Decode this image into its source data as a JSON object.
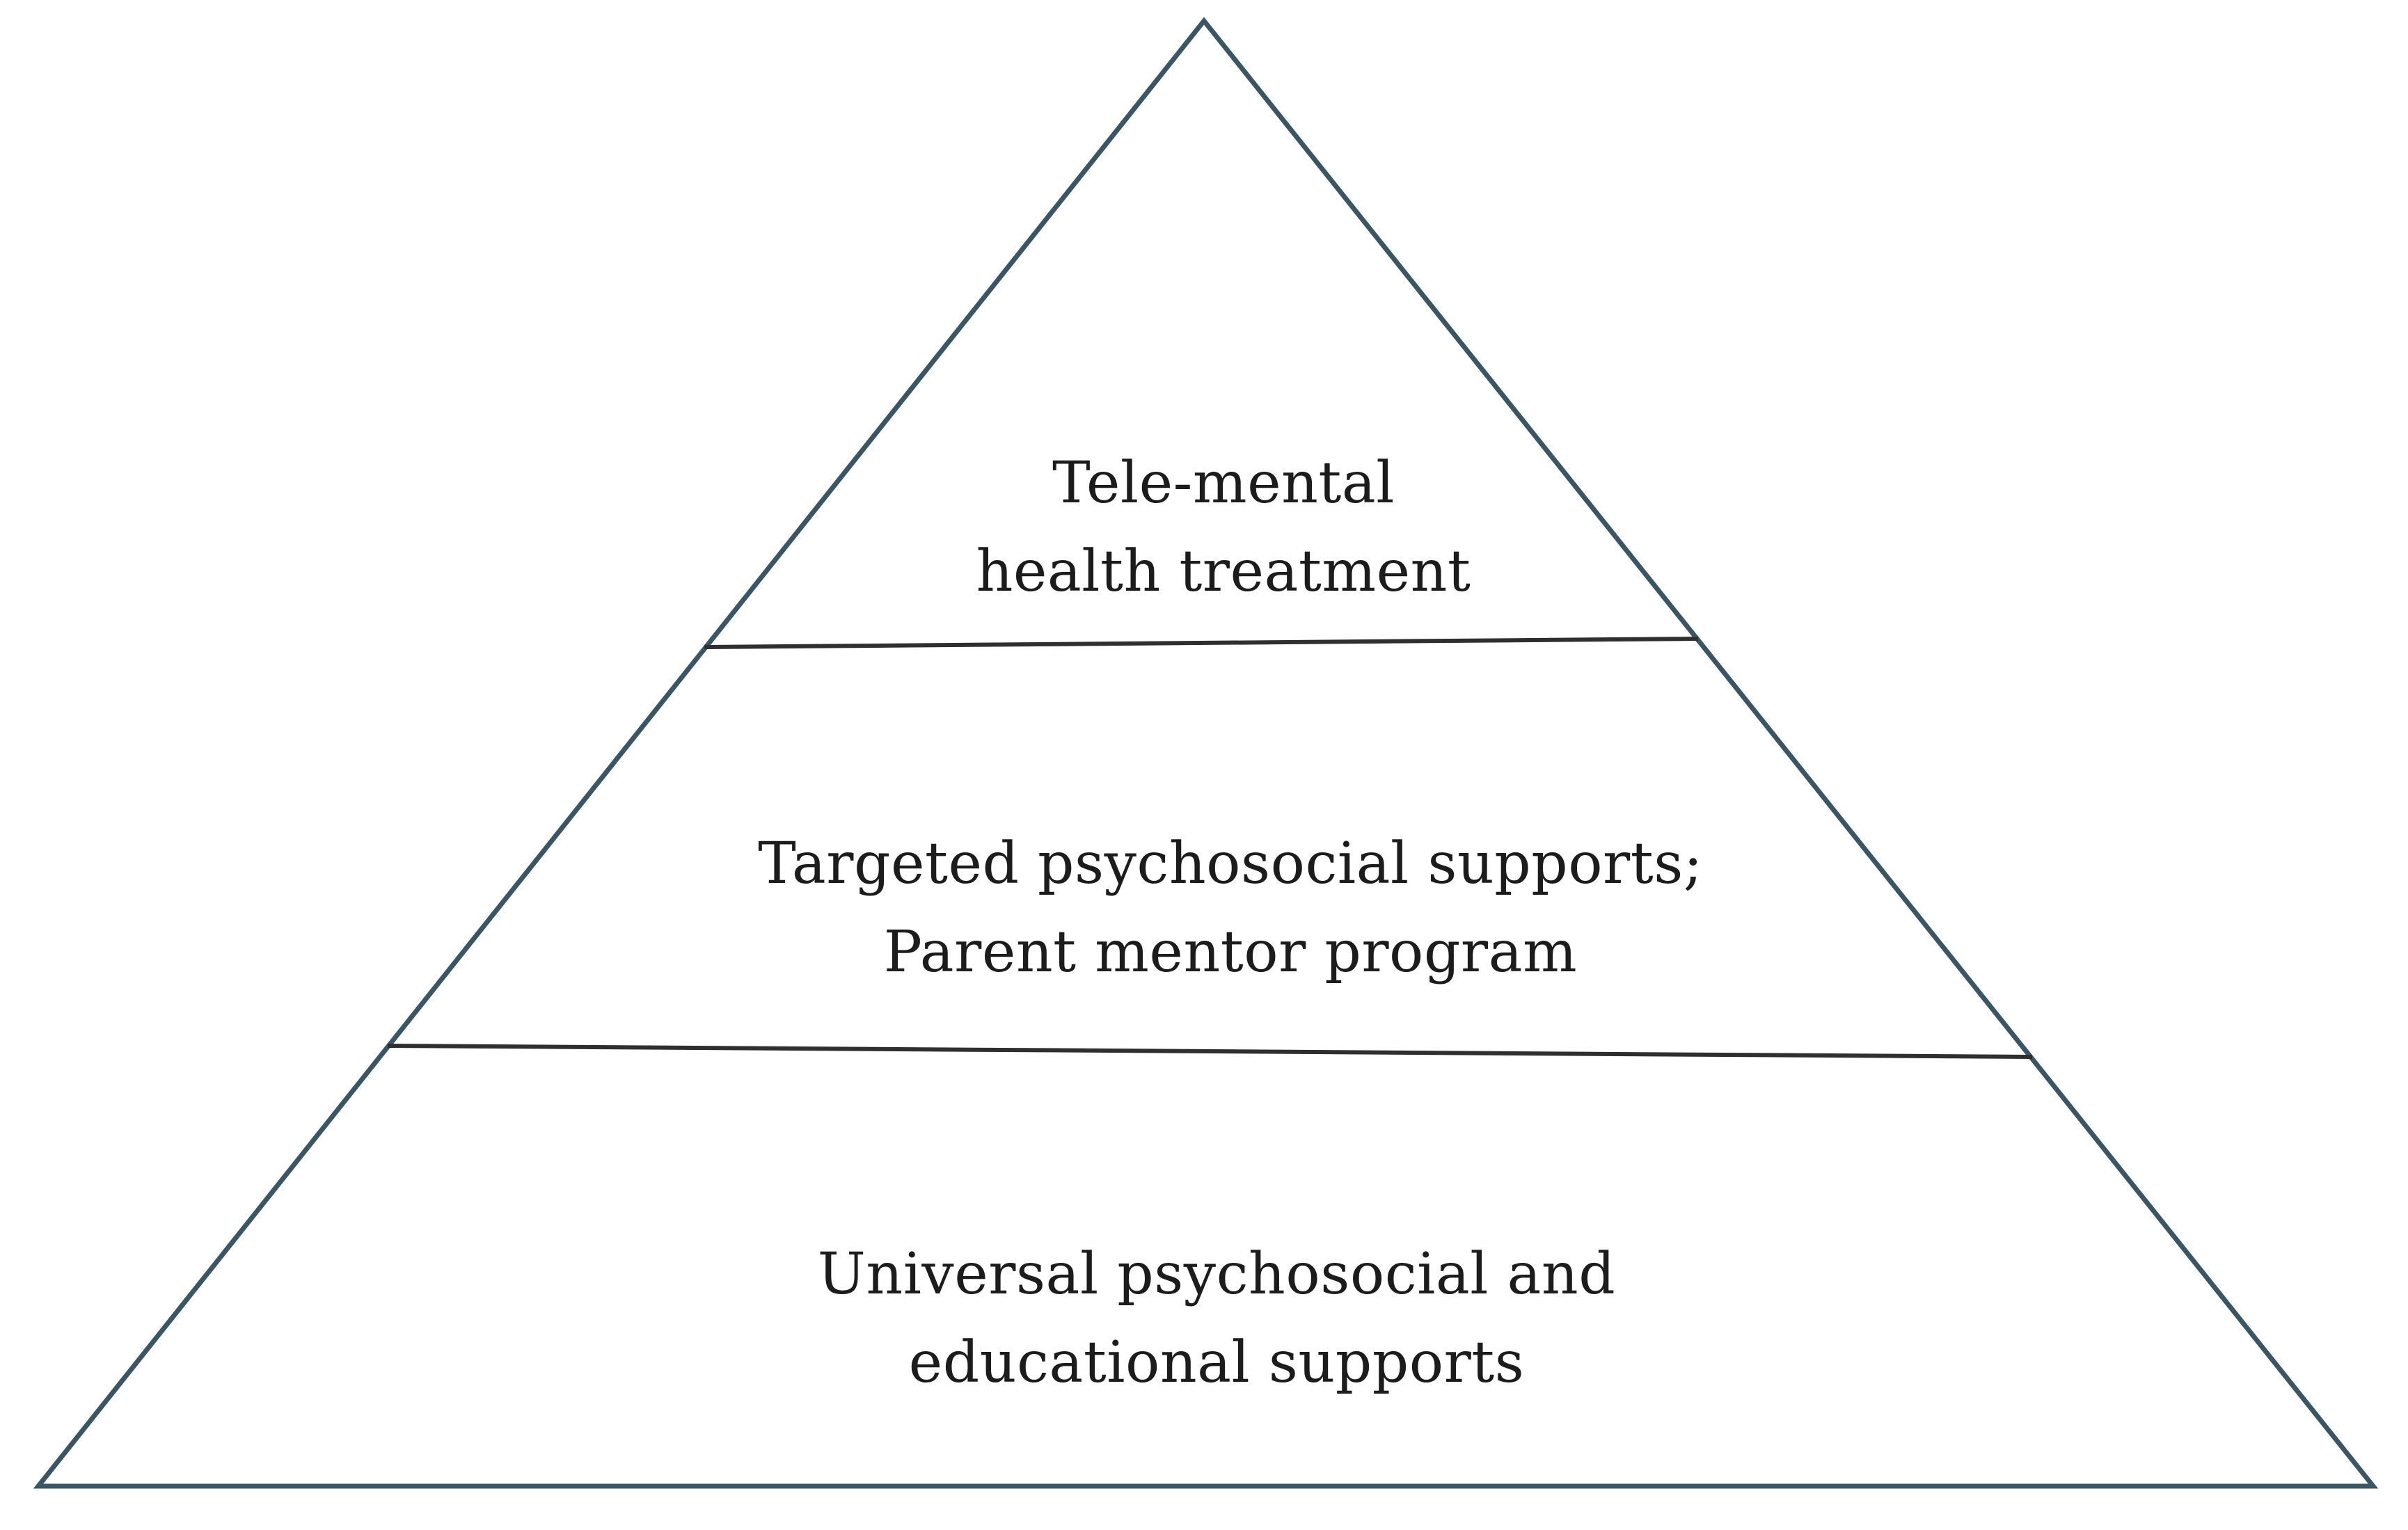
{
  "diagram": {
    "type": "pyramid",
    "description": "Three-tier pyramid of supports",
    "tiers": [
      {
        "level": 1,
        "position": "top",
        "line1": "Tele-mental",
        "line2": "health treatment"
      },
      {
        "level": 2,
        "position": "middle",
        "line1": "Targeted psychosocial supports;",
        "line2": "Parent mentor program"
      },
      {
        "level": 3,
        "position": "bottom",
        "line1": "Universal psychosocial and",
        "line2": "educational supports"
      }
    ],
    "colors": {
      "outline": "#3a5563",
      "divider": "#2f2f2f",
      "text": "#1c1c1c",
      "background": "#ffffff"
    }
  }
}
